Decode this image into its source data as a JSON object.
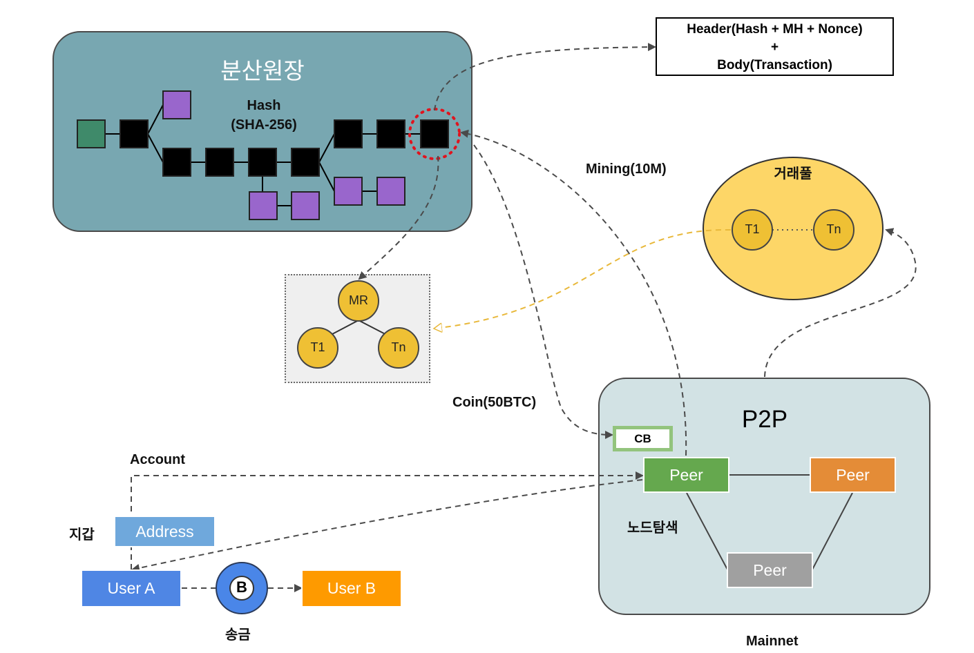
{
  "ledger": {
    "title": "분산원장",
    "hash_label_1": "Hash",
    "hash_label_2": "(SHA-256)"
  },
  "block_structure": {
    "line1": "Header(Hash + MH + Nonce)",
    "line2": "+",
    "line3": "Body(Transaction)"
  },
  "mining_label": "Mining(10M)",
  "coin_label": "Coin(50BTC)",
  "merkle": {
    "root": "MR",
    "left": "T1",
    "right": "Tn"
  },
  "pool": {
    "title": "거래풀",
    "t1": "T1",
    "tn": "Tn"
  },
  "p2p": {
    "title": "P2P",
    "cb": "CB",
    "peer_main": "Peer",
    "peer_right": "Peer",
    "peer_bottom": "Peer",
    "node_discovery": "노드탐색",
    "mainnet": "Mainnet"
  },
  "wallet": {
    "account_label": "Account",
    "wallet_label": "지갑",
    "address": "Address",
    "user_a": "User A",
    "user_b": "User B",
    "coin_symbol": "B",
    "send_label": "송금"
  },
  "colors": {
    "ledger_bg": "#78a7b1",
    "block_black": "#000000",
    "block_purple": "#9966cc",
    "block_genesis": "#3f8a6a",
    "p2p_bg": "#d2e2e4",
    "pool_bg": "#fdd667",
    "node_gold": "#efc034",
    "peer_green": "#65a84e",
    "peer_orange": "#e48c37",
    "peer_gray": "#a0a0a0",
    "user_a_blue": "#4f86e4",
    "user_b_orange": "#fe9a00",
    "address_blue": "#6fa8dc",
    "cb_green": "#93c47d"
  }
}
